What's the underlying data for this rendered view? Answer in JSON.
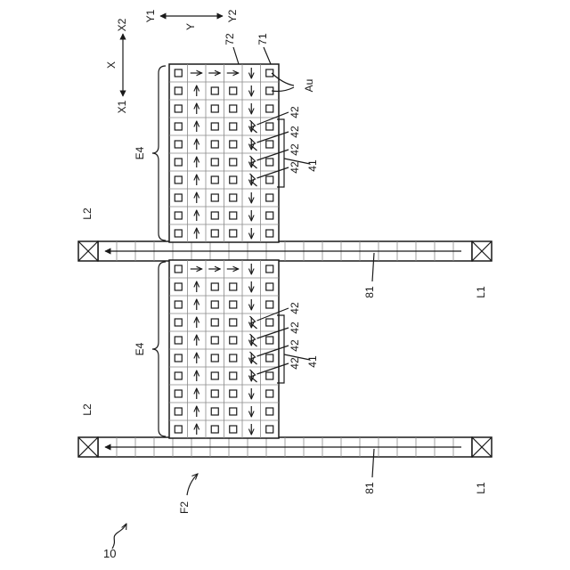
{
  "labels": {
    "fig_number": "10",
    "region": "F2",
    "area": "E4",
    "bump": "Au",
    "column_a": "71",
    "column_b": "72",
    "group": "41",
    "tip": "42",
    "line": "81",
    "start": "L1",
    "end": "L2"
  },
  "axes": {
    "horizontal": {
      "label": "Y",
      "negative": "Y1",
      "positive": "Y2"
    },
    "vertical": {
      "label": "X",
      "negative": "X1",
      "positive": "X2"
    }
  },
  "grid": {
    "rows": 10,
    "columns": 6,
    "flow": [
      [
        "pad",
        "right",
        "right",
        "right",
        "down",
        "pad"
      ],
      [
        "pad",
        "up",
        "pad",
        "pad",
        "down",
        "pad"
      ],
      [
        "pad",
        "up",
        "pad",
        "pad",
        "down",
        "pad"
      ],
      [
        "pad",
        "up",
        "pad",
        "pad",
        "down",
        "pad"
      ],
      [
        "pad",
        "up",
        "pad",
        "pad",
        "down",
        "pad"
      ],
      [
        "pad",
        "up",
        "pad",
        "pad",
        "down",
        "pad"
      ],
      [
        "pad",
        "up",
        "pad",
        "pad",
        "down",
        "pad"
      ],
      [
        "pad",
        "up",
        "pad",
        "pad",
        "down",
        "pad"
      ],
      [
        "pad",
        "up",
        "pad",
        "pad",
        "down",
        "pad"
      ],
      [
        "pad",
        "up",
        "pad",
        "pad",
        "down",
        "pad"
      ]
    ],
    "upper_flash_rows": [
      3,
      4,
      5,
      6
    ],
    "lower_flash_rows": [
      3,
      4,
      5,
      6
    ]
  }
}
